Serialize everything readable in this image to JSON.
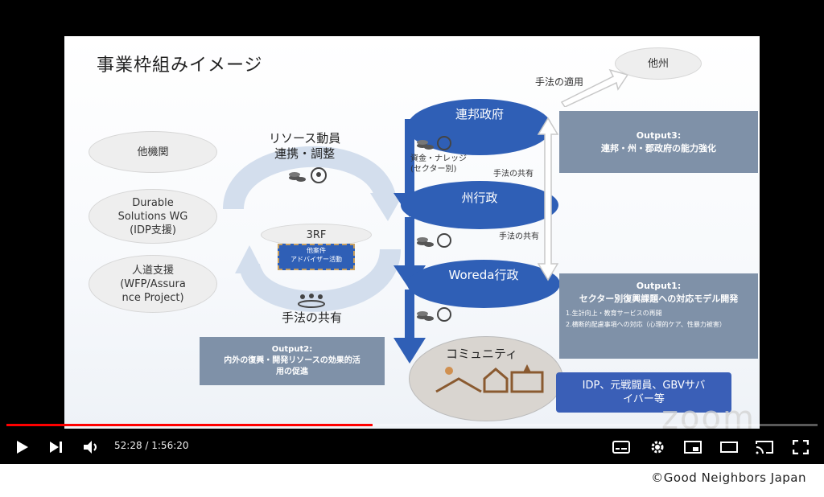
{
  "slide": {
    "title": "事業枠組みイメージ",
    "left_ovals": [
      "他機関",
      "Durable\nSolutions WG\n(IDP支援)",
      "人道支援\n(WFP/Assura\nnce Project)"
    ],
    "cycle": {
      "top_label": "リソース動員\n連携・調整",
      "center_label": "3RF",
      "center_box": "他案件\nアドバイザー活動",
      "bottom_label": "手法の共有"
    },
    "output2": "Output2:\n内外の復興・開発リソースの効果的活\n用の促進",
    "levels": {
      "federal": "連邦政府",
      "state": "州行政",
      "woreda": "Woreda行政",
      "community": "コミュニティ"
    },
    "resource_label": "資金・ナレッジ\n(セクター別)",
    "share_label_1": "手法の共有",
    "share_label_2": "手法の共有",
    "apply_label": "手法の適用",
    "other_state": "他州",
    "output3": "Output3:\n連邦・州・郡政府の能力強化",
    "output1": {
      "title": "Output1:\nセクター別復興課題への対応モデル開発",
      "item1": "1.生計向上・教育サービスの再開",
      "item2": "2.横断的配慮事項への対応（心理的ケア、性暴力被害）"
    },
    "community_groups": "IDP、元戦闘員、GBVサバ\nイバー等",
    "watermark": "zoom"
  },
  "player": {
    "time_display": "52:28 / 1:56:20",
    "progress_fraction": 0.4509
  },
  "copyright": "©Good Neighbors Japan",
  "colors": {
    "primary_blue": "#2f5fb6",
    "output_gray": "#7f91a8",
    "progress_red": "#ff0000"
  }
}
